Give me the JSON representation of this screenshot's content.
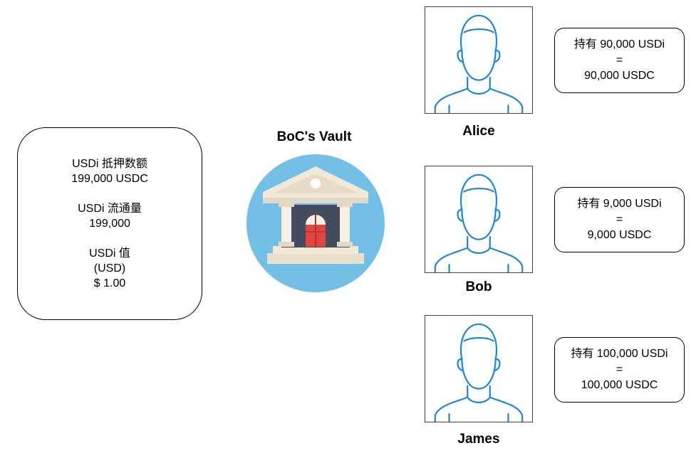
{
  "stats": {
    "collateral_label": "USDi 抵押数额",
    "collateral_value": "199,000 USDC",
    "supply_label": "USDi 流通量",
    "supply_value": "199,000",
    "value_label": "USDi 值",
    "value_unit": "(USD)",
    "value_amount": "$ 1.00"
  },
  "vault": {
    "title": "BoC's Vault",
    "icon": "bank-icon",
    "colors": {
      "circle": "#73BFE5",
      "roof": "#F1E8D8",
      "building": "#444B5F",
      "door": "#E0443E"
    }
  },
  "users": [
    {
      "name": "Alice",
      "icon": "user-avatar-icon",
      "holding_line1": "持有 90,000 USDi",
      "holding_line2": "=",
      "holding_line3": "90,000 USDC"
    },
    {
      "name": "Bob",
      "icon": "user-avatar-icon",
      "holding_line1": "持有 9,000 USDi",
      "holding_line2": "=",
      "holding_line3": "9,000 USDC"
    },
    {
      "name": "James",
      "icon": "user-avatar-icon",
      "holding_line1": "持有 100,000 USDi",
      "holding_line2": "=",
      "holding_line3": "100,000 USDC"
    }
  ],
  "colors": {
    "avatar_stroke": "#1C86D6"
  }
}
